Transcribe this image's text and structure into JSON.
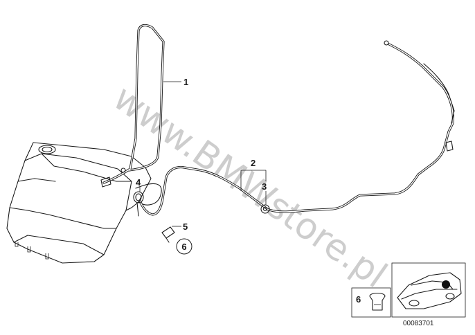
{
  "parts": {
    "label_1": "1",
    "label_2": "2",
    "label_3": "3",
    "label_4": "4",
    "label_5": "5",
    "label_6_main": "6",
    "label_6_inset": "6"
  },
  "watermark": "www.BMWstore.pl",
  "inset": {
    "image_code": "00083701"
  }
}
